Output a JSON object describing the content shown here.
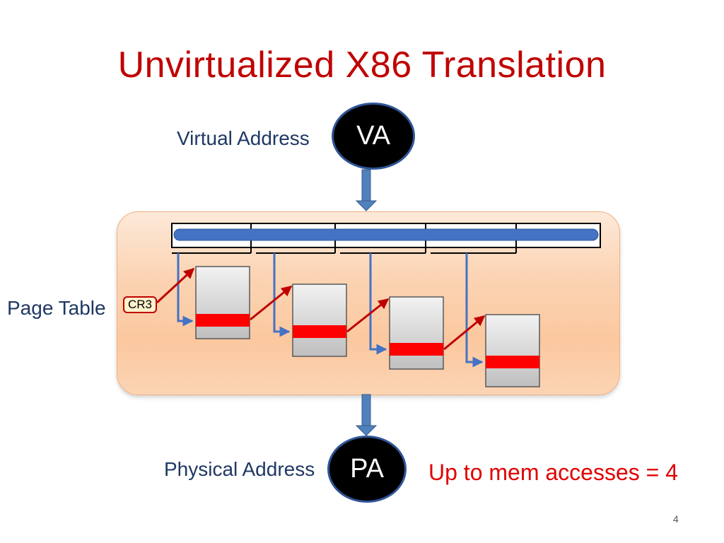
{
  "slide": {
    "title": "Unvirtualized X86 Translation",
    "page_number": "4"
  },
  "labels": {
    "virtual_address": "Virtual Address",
    "page_table": "Page Table",
    "physical_address": "Physical Address",
    "cr3": "CR3"
  },
  "nodes": {
    "va": "VA",
    "pa": "PA"
  },
  "note": "Up to mem accesses = 4",
  "colors": {
    "title": "#c00000",
    "note": "#e00000",
    "arrow_blue": "#4472c4",
    "pointer_red": "#c00000",
    "entry_red": "#ff0000",
    "box_fill": "#fbd4b4"
  },
  "diagram": {
    "address_fields": 5,
    "page_table_levels": 4
  }
}
